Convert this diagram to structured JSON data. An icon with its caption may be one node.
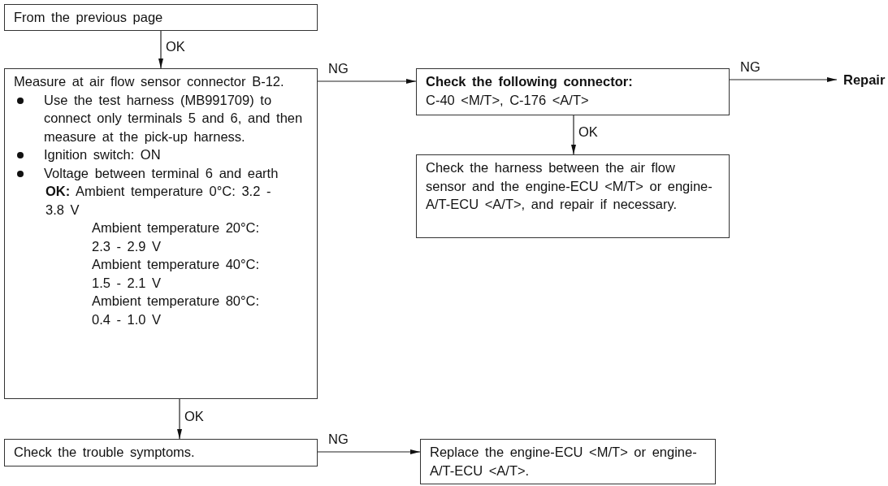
{
  "diagram": {
    "nodes": [
      {
        "text": [
          "From the previous page"
        ]
      },
      {
        "text": [
          "Measure at air flow sensor connector B-12.",
          "Use the test harness (MB991709) to connect only terminals 5 and 6, and then measure at the pick-up harness.",
          "Ignition switch: ON",
          "Voltage between terminal 6 and earth",
          "**OK:** Ambient temperature 0°C: 3.2 - 3.8 V",
          "Ambient temperature 20°C: 2.3 - 2.9 V",
          "Ambient temperature 40°C: 1.5 - 2.1 V",
          "Ambient temperature 80°C: 0.4 - 1.0 V"
        ]
      },
      {
        "text": [
          "Check the following connector:",
          "C-40 <M/T>, C-176 <A/T>"
        ]
      },
      {
        "text": [
          "Repair"
        ]
      },
      {
        "text": [
          "Check the harness between the air flow sensor and the engine-ECU <M/T> or engine-A/T-ECU <A/T>, and repair if necessary."
        ]
      },
      {
        "text": [
          "Check the trouble symptoms."
        ]
      },
      {
        "text": [
          "Replace the engine-ECU <M/T> or engine-A/T-ECU <A/T>."
        ]
      }
    ],
    "edges": [
      {
        "from": 0,
        "to": 1,
        "arrow": "to",
        "label": "OK"
      },
      {
        "from": 1,
        "to": 2,
        "arrow": "to",
        "label": "NG"
      },
      {
        "from": 2,
        "to": 3,
        "arrow": "to",
        "label": "NG"
      },
      {
        "from": 2,
        "to": 4,
        "arrow": "to",
        "label": "OK"
      },
      {
        "from": 1,
        "to": 5,
        "arrow": "to",
        "label": "OK"
      },
      {
        "from": 5,
        "to": 6,
        "arrow": "to",
        "label": "NG"
      }
    ]
  }
}
